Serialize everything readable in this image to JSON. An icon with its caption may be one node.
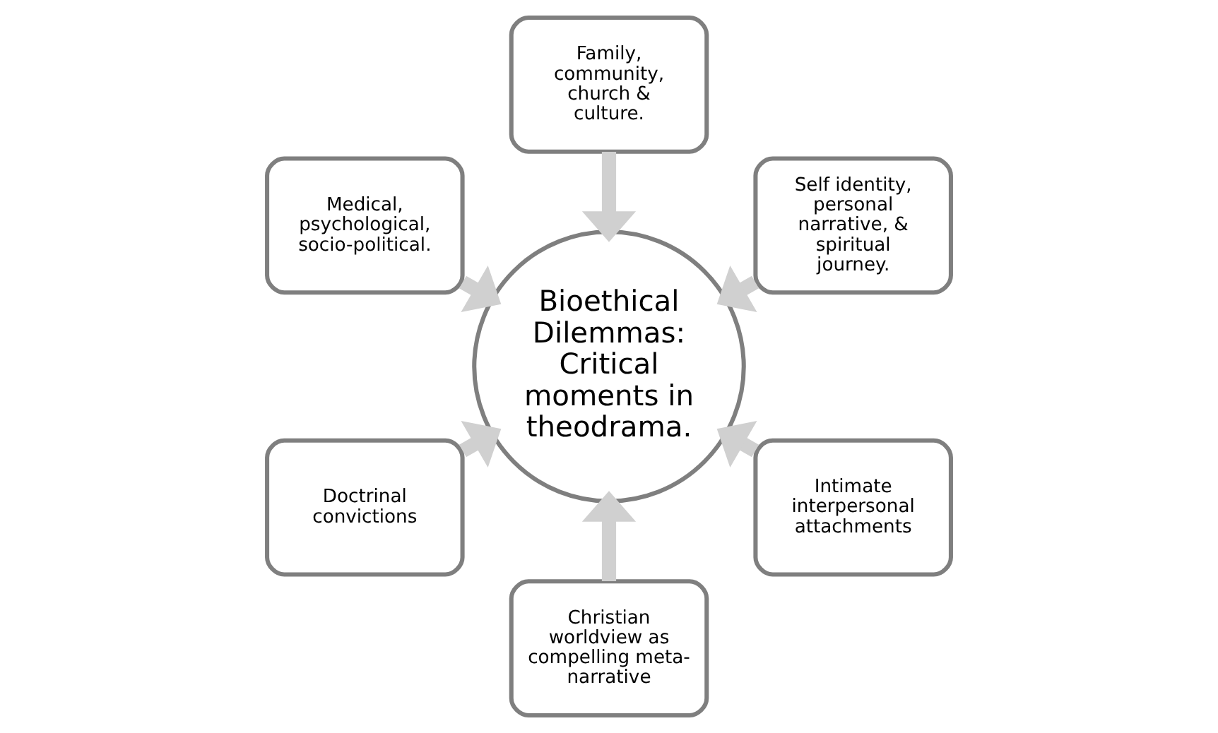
{
  "diagram": {
    "nodes": [
      {
        "text": [
          "Medical, psychological, socio-political."
        ]
      },
      {
        "text": [
          "Family, community, church & culture."
        ]
      },
      {
        "text": [
          "Doctrinal convictions"
        ]
      },
      {
        "text": [
          "Self identity, personal narrative, & spiritual journey."
        ]
      },
      {
        "text": [
          "Christian worldview as compelling meta-narrative"
        ]
      },
      {
        "text": [
          "Bioethical Dilemmas: Critical moments in theodrama."
        ]
      },
      {
        "text": [
          "Intimate interpersonal attachments"
        ]
      }
    ],
    "edges": [
      {
        "from": 0,
        "to": 5,
        "arrow": "to"
      },
      {
        "from": 1,
        "to": 5,
        "arrow": "to"
      },
      {
        "from": 2,
        "to": 5,
        "arrow": "to"
      },
      {
        "from": 3,
        "to": 5,
        "arrow": "to"
      },
      {
        "from": 4,
        "to": 5,
        "arrow": "to"
      },
      {
        "from": 6,
        "to": 5,
        "arrow": "to"
      }
    ]
  }
}
